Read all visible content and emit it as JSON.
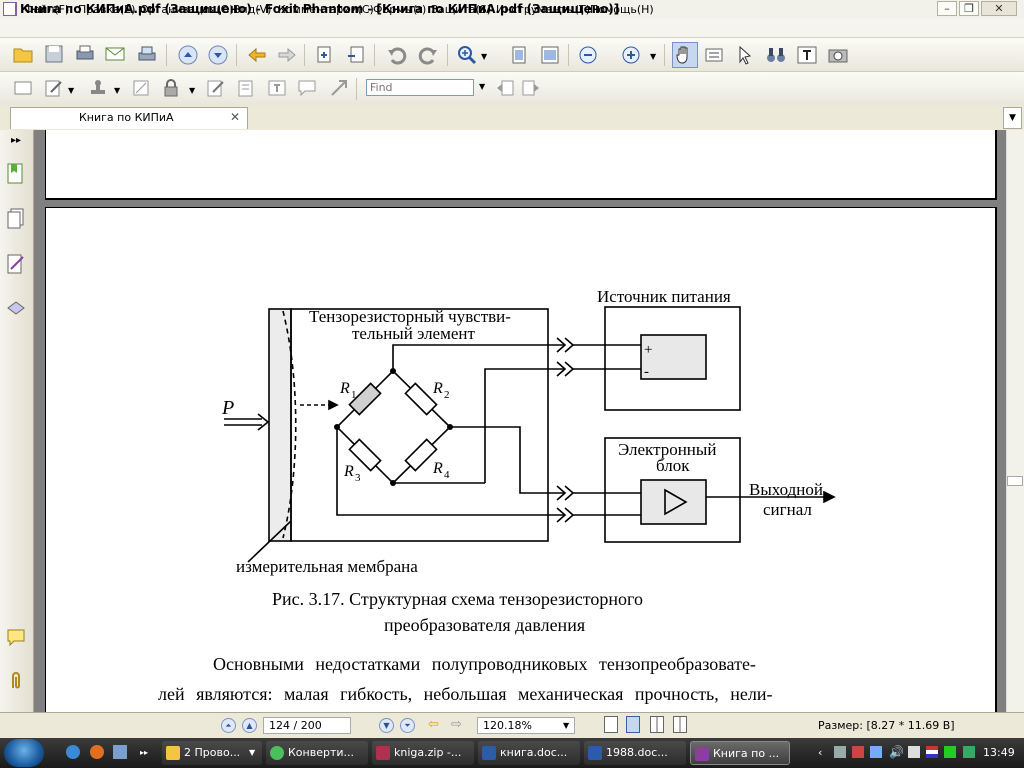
{
  "window": {
    "title": "Книга по КИПиА.pdf (Защищено) - Foxit Phantom - [Книга по КИПиА.pdf (Защищено)]"
  },
  "menu": {
    "items": [
      "Файл(F)",
      "Правка(E)",
      "Организация(O)",
      "Вид(V)",
      "Комментарии(C)",
      "Формы(r)",
      "Защита(S)",
      "Инструменты(T)",
      "Помощь(H)"
    ]
  },
  "toolbar": {
    "find_placeholder": "Find"
  },
  "tab": {
    "label": "Книга по КИПиА"
  },
  "diagram": {
    "label_P": "P",
    "sensor_line1": "Тензорезисторный чувстви-",
    "sensor_line2": "тельный элемент",
    "power_source": "Источник питания",
    "plus": "+",
    "minus": "-",
    "electronic_line1": "Электронный",
    "electronic_line2": "блок",
    "output_line1": "Выходной",
    "output_line2": "сигнал",
    "membrane": "измерительная мембрана",
    "r1": "R",
    "r1_sub": "1",
    "r2": "R",
    "r2_sub": "2",
    "r3": "R",
    "r3_sub": "3",
    "r4": "R",
    "r4_sub": "4"
  },
  "document": {
    "caption_line1": "Рис. 3.17.  Структурная схема тензорезисторного",
    "caption_line2": "преобразователя давления",
    "para_line1": "Основными недостатками полупроводниковых тензопреобразовате-",
    "para_line2": "лей являются: малая гибкость, небольшая механическая прочность, нели-"
  },
  "status": {
    "page_display": "124 / 200",
    "zoom": "120.18%",
    "size": "Размер: [8.27 * 11.69 В]"
  },
  "taskbar": {
    "tasks": [
      "2 Прово...",
      "Конверти...",
      "kniga.zip -...",
      "книга.doc...",
      "1988.doc...",
      "Книга по ..."
    ],
    "clock": "13:49"
  }
}
